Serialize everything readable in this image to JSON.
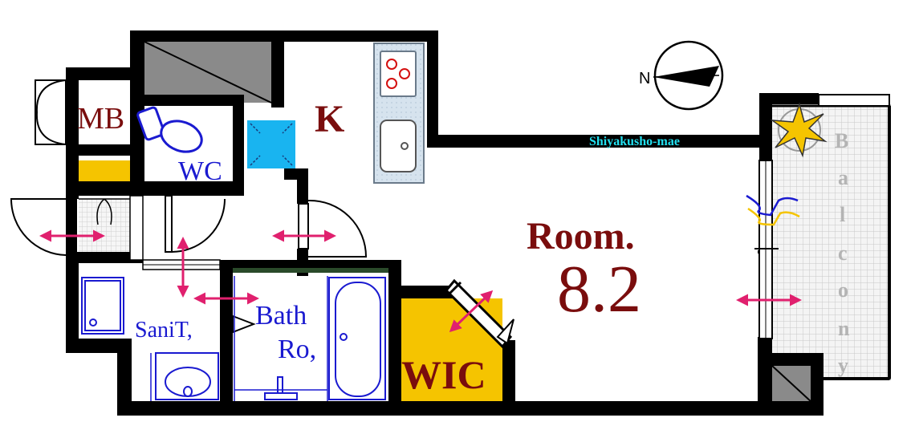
{
  "labels": {
    "mb": "MB",
    "kitchen": "K",
    "wc": "WC",
    "sanitary": "SaniT,",
    "bath_line1": "Bath",
    "bath_line2": "Ro,",
    "wic": "WIC",
    "room_label": "Room.",
    "room_size": "8.2",
    "street": "Shiyakusho-mae",
    "balcony_letters": [
      "B",
      "a",
      "l",
      "c",
      "o",
      "n",
      "y"
    ],
    "compass_north": "N"
  },
  "colors": {
    "wall": "#000000",
    "dark_label": "#7a0d0d",
    "blue_label": "#1a1ad0",
    "arrow": "#e0206e",
    "wic_fill": "#f5c400",
    "storage_fill": "#f5c400",
    "cyan_box": "#19b4f0",
    "street_text": "#22e0f0",
    "counter": "#dbe6ef",
    "shaft": "#8a8a8a",
    "balcony_tile": "#ececec",
    "balcony_text": "#b4b4b4"
  }
}
